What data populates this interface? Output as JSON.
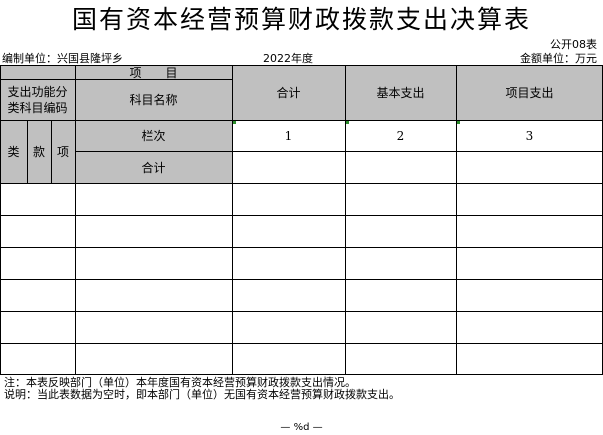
{
  "title": "国有资本经营预算财政拨款支出决算表",
  "form_no": "公开08表",
  "unit": "编制单位：兴国县隆坪乡",
  "year": "2022年度",
  "amount_unit": "金额单位：万元",
  "header": {
    "items": "项　　目",
    "func_code": "支出功能分类科目编码",
    "subject_name": "科目名称",
    "total": "合计",
    "basic": "基本支出",
    "project": "项目支出",
    "lei": "类",
    "kuan": "款",
    "xiang": "项",
    "lanci": "栏次",
    "col1": "1",
    "col2": "2",
    "col3": "3",
    "sum_row": "合计"
  },
  "notes": {
    "note1": "注：本表反映部门（单位）本年度国有资本经营预算财政拨款支出情况。",
    "note2": "说明：当此表数据为空时，即本部门（单位）无国有资本经营预算财政拨款支出。"
  },
  "page_footer": "— %d —"
}
